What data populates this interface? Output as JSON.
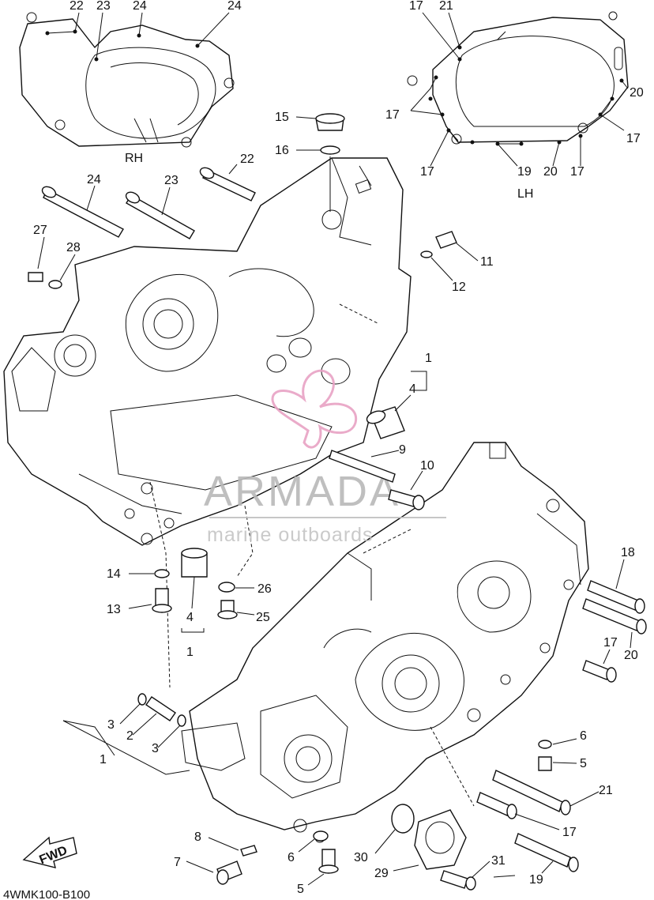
{
  "diagram": {
    "code": "4WMK100-B100",
    "view_labels": {
      "rh": "RH",
      "lh": "LH",
      "fwd": "FWD"
    },
    "watermark": {
      "brand": "ARMADA",
      "tagline": "marine outboards",
      "brand_color": "#e8a2c4"
    },
    "callouts": [
      {
        "id": "c22a",
        "text": "22"
      },
      {
        "id": "c23a",
        "text": "23"
      },
      {
        "id": "c24a",
        "text": "24"
      },
      {
        "id": "c24b",
        "text": "24"
      },
      {
        "id": "c17a",
        "text": "17"
      },
      {
        "id": "c21a",
        "text": "21"
      },
      {
        "id": "c20a",
        "text": "20"
      },
      {
        "id": "c17b",
        "text": "17"
      },
      {
        "id": "c17c",
        "text": "17"
      },
      {
        "id": "c17d",
        "text": "17"
      },
      {
        "id": "c19a",
        "text": "19"
      },
      {
        "id": "c20b",
        "text": "20"
      },
      {
        "id": "c17e",
        "text": "17"
      },
      {
        "id": "c15",
        "text": "15"
      },
      {
        "id": "c16",
        "text": "16"
      },
      {
        "id": "c22b",
        "text": "22"
      },
      {
        "id": "c24c",
        "text": "24"
      },
      {
        "id": "c23b",
        "text": "23"
      },
      {
        "id": "c27",
        "text": "27"
      },
      {
        "id": "c28",
        "text": "28"
      },
      {
        "id": "c11",
        "text": "11"
      },
      {
        "id": "c12",
        "text": "12"
      },
      {
        "id": "c1a",
        "text": "1"
      },
      {
        "id": "c4a",
        "text": "4"
      },
      {
        "id": "c9",
        "text": "9"
      },
      {
        "id": "c10",
        "text": "10"
      },
      {
        "id": "c14",
        "text": "14"
      },
      {
        "id": "c13",
        "text": "13"
      },
      {
        "id": "c26",
        "text": "26"
      },
      {
        "id": "c25",
        "text": "25"
      },
      {
        "id": "c4b",
        "text": "4"
      },
      {
        "id": "c1b",
        "text": "1"
      },
      {
        "id": "c18",
        "text": "18"
      },
      {
        "id": "c20c",
        "text": "20"
      },
      {
        "id": "c17f",
        "text": "17"
      },
      {
        "id": "c3a",
        "text": "3"
      },
      {
        "id": "c2",
        "text": "2"
      },
      {
        "id": "c1c",
        "text": "1"
      },
      {
        "id": "c3b",
        "text": "3"
      },
      {
        "id": "c6a",
        "text": "6"
      },
      {
        "id": "c5a",
        "text": "5"
      },
      {
        "id": "c21b",
        "text": "21"
      },
      {
        "id": "c17g",
        "text": "17"
      },
      {
        "id": "c8",
        "text": "8"
      },
      {
        "id": "c6b",
        "text": "6"
      },
      {
        "id": "c7",
        "text": "7"
      },
      {
        "id": "c5b",
        "text": "5"
      },
      {
        "id": "c30",
        "text": "30"
      },
      {
        "id": "c29",
        "text": "29"
      },
      {
        "id": "c31",
        "text": "31"
      },
      {
        "id": "c19b",
        "text": "19"
      }
    ]
  }
}
